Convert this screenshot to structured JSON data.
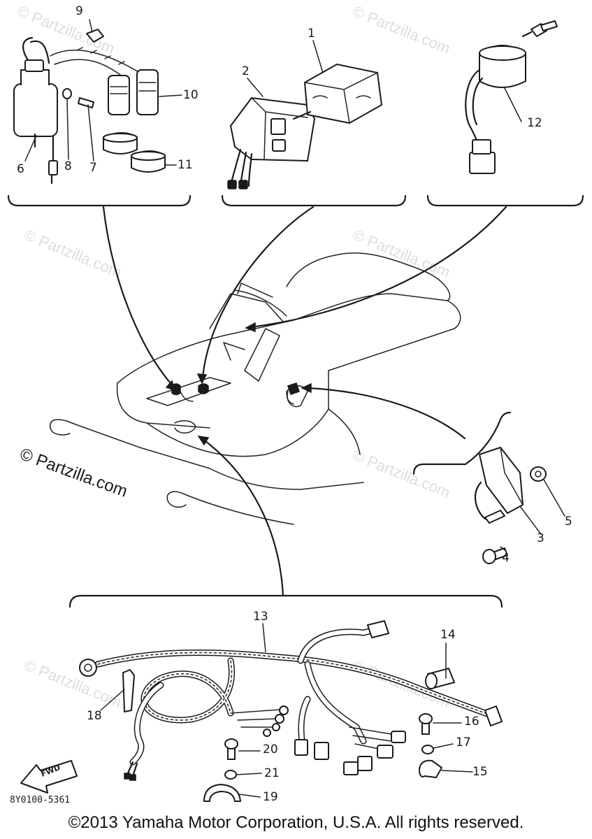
{
  "diagram": {
    "part_numbers": [
      "1",
      "2",
      "3",
      "4",
      "5",
      "6",
      "7",
      "8",
      "9",
      "10",
      "11",
      "12",
      "13",
      "14",
      "15",
      "16",
      "17",
      "18",
      "19",
      "20",
      "21"
    ],
    "watermark_main": "© Partzilla.com",
    "watermark_repeat": "© Partzilla.com",
    "direction_arrow_label": "FWD",
    "drawing_code": "8Y0100-5361"
  },
  "footer": {
    "copyright": "©2013 Yamaha Motor Corporation, U.S.A. All rights reserved."
  }
}
